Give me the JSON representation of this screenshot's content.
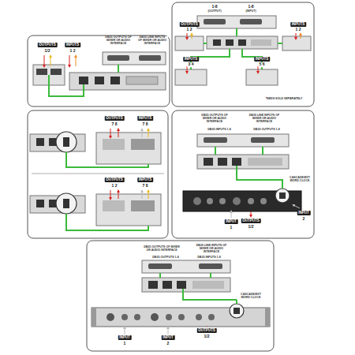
{
  "diagram": {
    "labels": [
      "OUTPUTS",
      "1/2",
      "INPUTS",
      "1 2",
      "DB25 OUTPUTS OF MIXER OR AUDIO INTERFACE",
      "DB25 LINE INPUTS OF MIXER OR AUDIO INTERFACE",
      "1-8",
      "(OUTPUT)",
      "1-8",
      "(INPUT)",
      "OUTPUTS",
      "1 2",
      "INPUTS",
      "1 2",
      "INPUTS",
      "3 4",
      "INPUTS",
      "5 6",
      "*NEDS SOLD SEPARATELY",
      "OUTPUTS",
      "7 8",
      "INPUTS",
      "7 8",
      "OUTPUTS",
      "1 2",
      "INPUTS",
      "7 8",
      "DB25 OUTPUTS OF MIXER OR AUDIO INTERFACE",
      "DB25 LINE INPUTS OF MIXER OR AUDIO INTERFACE",
      "DB25 INPUTS 1-8",
      "DB25 OUTPUTS 1-8",
      "CASCADE/EXT WORD CLOCK",
      "INPUT",
      "1",
      "OUTPUTS",
      "1/2",
      "INPUT",
      "2",
      "DB25 OUTPUTS OF MIXER OR AUDIO INTERFACE",
      "DB25 LINE INPUTS OF MIXER OR AUDIO INTERFACE",
      "DB25 OUTPUTS 1-8",
      "DB25 INPUTS 1-8",
      "CASCADE/EXT WORD CLOCK",
      "INPUT",
      "1",
      "INPUT",
      "2",
      "OUTPUTS",
      "1/2"
    ]
  }
}
